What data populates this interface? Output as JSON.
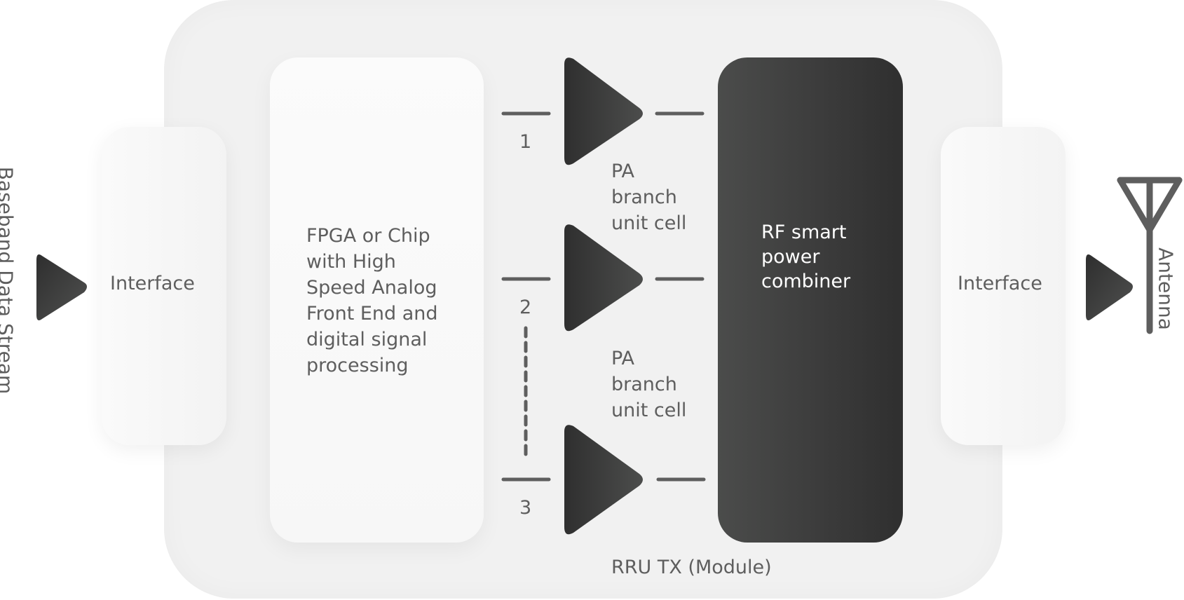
{
  "left_label": "Baseband Data Stream",
  "right_label": "Antenna",
  "interface_left": "Interface",
  "interface_right": "Interface",
  "fpga_lines": [
    "FPGA or Chip",
    "with High",
    "Speed Analog",
    "Front End and",
    "digital signal",
    "processing"
  ],
  "branches": [
    {
      "number": "1"
    },
    {
      "number": "2"
    },
    {
      "number": "3"
    }
  ],
  "pa_label_top": [
    "PA",
    "branch",
    "unit cell"
  ],
  "pa_label_bottom": [
    "PA",
    "branch",
    "unit cell"
  ],
  "combiner_lines": [
    "RF smart",
    "power",
    "combiner"
  ],
  "module_label": "RRU TX (Module)",
  "colors": {
    "dark": "#333333",
    "module_bg": "#f1f1f1",
    "line": "#5e5e5e"
  },
  "icons": {
    "input_arrow": "play-triangle-icon",
    "amplifier": "amplifier-triangle-icon",
    "antenna": "antenna-icon"
  }
}
